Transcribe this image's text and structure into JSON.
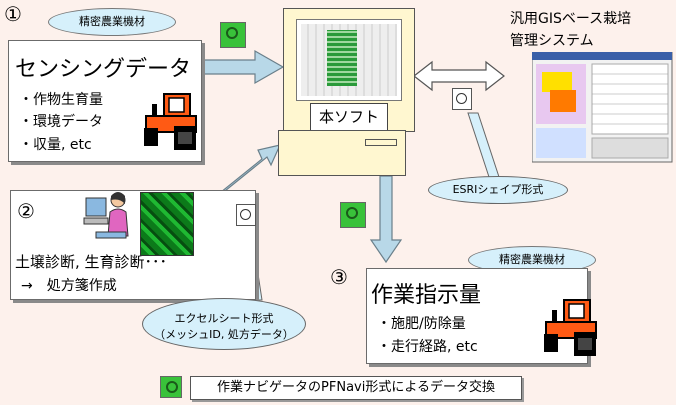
{
  "block1": {
    "number": "①",
    "badge": "精密農業機材",
    "title": "センシングデータ",
    "items": [
      "・作物生育量",
      "・環境データ",
      "・収量, etc"
    ]
  },
  "gis": {
    "line1": "汎用GISベース栽培",
    "line2": "管理システム"
  },
  "software": {
    "label": "本ソフト"
  },
  "esri": {
    "label": "ESRIシェイプ形式"
  },
  "block2": {
    "number": "②",
    "line1": "土壌診断, 生育診断･･･",
    "line2": "→　処方箋作成"
  },
  "excel": {
    "line1": "エクセルシート形式",
    "line2": "（メッシュID, 処方データ）"
  },
  "block3": {
    "number": "③",
    "badge": "精密農業機材",
    "title": "作業指示量",
    "items": [
      "・施肥/防除量",
      "・走行経路, etc"
    ]
  },
  "legend": {
    "label": "作業ナビゲータのPFNavi形式によるデータ交換"
  },
  "colors": {
    "background": "#fdf1ec",
    "arrow_fill": "#b8d8e8",
    "green_icon": "#39c23a",
    "badge_fill": "#d6f0fb"
  }
}
